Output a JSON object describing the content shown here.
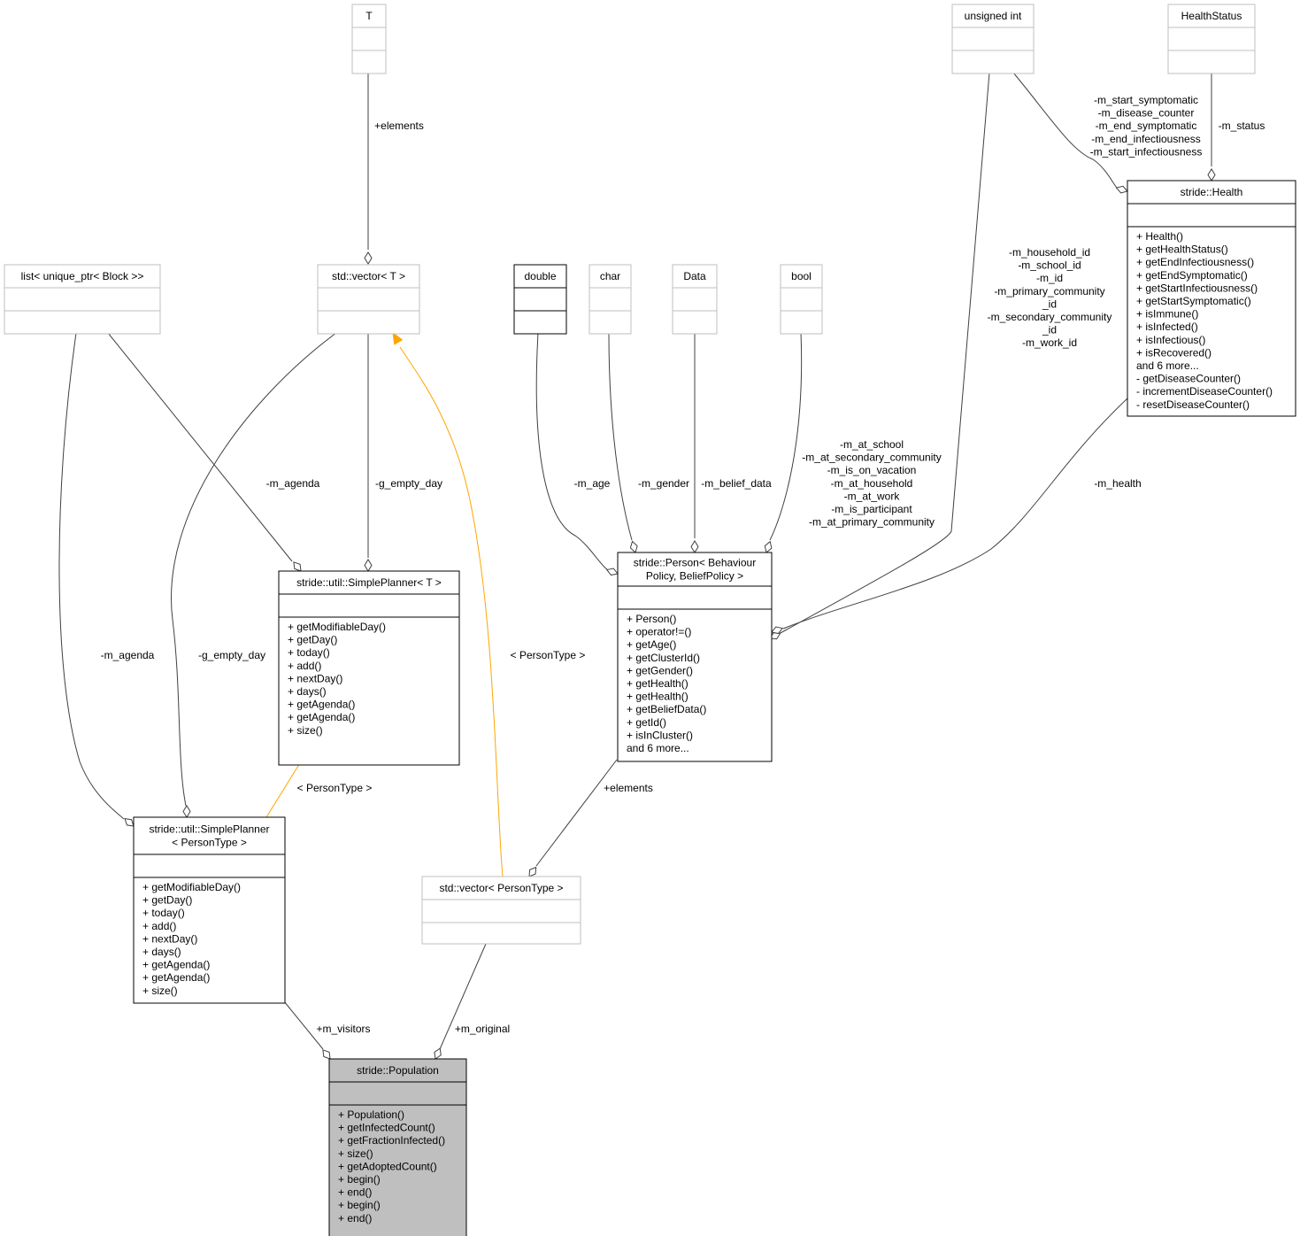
{
  "diagram": {
    "classes": {
      "T": {
        "title": [
          "T"
        ],
        "sections": [
          [],
          []
        ]
      },
      "unsigned_int": {
        "title": [
          "unsigned int"
        ],
        "sections": [
          [],
          []
        ]
      },
      "health_status": {
        "title": [
          "HealthStatus"
        ],
        "sections": [
          [],
          []
        ]
      },
      "list_block": {
        "title": [
          "list< unique_ptr< Block >>"
        ],
        "sections": [
          [],
          []
        ]
      },
      "vector_T": {
        "title": [
          "std::vector< T >"
        ],
        "sections": [
          [],
          []
        ]
      },
      "double": {
        "title": [
          "double"
        ],
        "sections": [
          [],
          []
        ]
      },
      "char": {
        "title": [
          "char"
        ],
        "sections": [
          [],
          []
        ]
      },
      "data": {
        "title": [
          "Data"
        ],
        "sections": [
          [],
          []
        ]
      },
      "bool": {
        "title": [
          "bool"
        ],
        "sections": [
          [],
          []
        ]
      },
      "health": {
        "title": [
          "stride::Health"
        ],
        "sections": [
          [],
          [
            "+ Health()",
            "+ getHealthStatus()",
            "+ getEndInfectiousness()",
            "+ getEndSymptomatic()",
            "+ getStartInfectiousness()",
            "+ getStartSymptomatic()",
            "+ isImmune()",
            "+ isInfected()",
            "+ isInfectious()",
            "+ isRecovered()",
            "and 6 more...",
            "- getDiseaseCounter()",
            "- incrementDiseaseCounter()",
            "- resetDiseaseCounter()"
          ]
        ]
      },
      "planner_T": {
        "title": [
          "stride::util::SimplePlanner< T >"
        ],
        "sections": [
          [],
          [
            "+ getModifiableDay()",
            "+ getDay()",
            "+ today()",
            "+ add()",
            "+ nextDay()",
            "+ days()",
            "+ getAgenda()",
            "+ getAgenda()",
            "+ size()"
          ]
        ]
      },
      "person": {
        "title": [
          "stride::Person< Behaviour",
          "Policy, BeliefPolicy >"
        ],
        "sections": [
          [],
          [
            "+ Person()",
            "+ operator!=()",
            "+ getAge()",
            "+ getClusterId()",
            "+ getGender()",
            "+ getHealth()",
            "+ getHealth()",
            "+ getBeliefData()",
            "+ getId()",
            "+ isInCluster()",
            "and 6 more..."
          ]
        ]
      },
      "planner_person": {
        "title": [
          "stride::util::SimplePlanner",
          "< PersonType >"
        ],
        "sections": [
          [],
          [
            "+ getModifiableDay()",
            "+ getDay()",
            "+ today()",
            "+ add()",
            "+ nextDay()",
            "+ days()",
            "+ getAgenda()",
            "+ getAgenda()",
            "+ size()"
          ]
        ]
      },
      "vector_person": {
        "title": [
          "std::vector< PersonType >"
        ],
        "sections": [
          [],
          []
        ]
      },
      "population": {
        "title": [
          "stride::Population"
        ],
        "sections": [
          [],
          [
            "+ Population()",
            "+ getInfectedCount()",
            "+ getFractionInfected()",
            "+ size()",
            "+ getAdoptedCount()",
            "+ begin()",
            "+ end()",
            "+ begin()",
            "+ end()"
          ]
        ]
      }
    },
    "edges": {
      "t_elements": {
        "lines": [
          "+elements"
        ]
      },
      "uint_health": {
        "lines": [
          "-m_start_symptomatic",
          "-m_disease_counter",
          "-m_end_symptomatic",
          "-m_end_infectiousness",
          "-m_start_infectiousness"
        ]
      },
      "status": {
        "lines": [
          "-m_status"
        ]
      },
      "uint_person": {
        "lines": [
          "-m_household_id",
          "-m_school_id",
          "-m_id",
          "-m_primary_community",
          "_id",
          "-m_secondary_community",
          "_id",
          "-m_work_id"
        ]
      },
      "list_agenda_T": {
        "lines": [
          "-m_agenda"
        ]
      },
      "empty_day_T": {
        "lines": [
          "-g_empty_day"
        ]
      },
      "age": {
        "lines": [
          "-m_age"
        ]
      },
      "gender": {
        "lines": [
          "-m_gender"
        ]
      },
      "belief": {
        "lines": [
          "-m_belief_data"
        ]
      },
      "bool_flags": {
        "lines": [
          "-m_at_school",
          "-m_at_secondary_community",
          "-m_is_on_vacation",
          "-m_at_household",
          "-m_at_work",
          "-m_is_participant",
          "-m_at_primary_community"
        ]
      },
      "health_rel": {
        "lines": [
          "-m_health"
        ]
      },
      "list_agenda_person": {
        "lines": [
          "-m_agenda"
        ]
      },
      "empty_day_person": {
        "lines": [
          "-g_empty_day"
        ]
      },
      "inst_vector": {
        "lines": [
          "< PersonType >"
        ]
      },
      "inst_planner": {
        "lines": [
          "< PersonType >"
        ]
      },
      "person_elements": {
        "lines": [
          "+elements"
        ]
      },
      "visitors": {
        "lines": [
          "+m_visitors"
        ]
      },
      "original": {
        "lines": [
          "+m_original"
        ]
      }
    }
  }
}
